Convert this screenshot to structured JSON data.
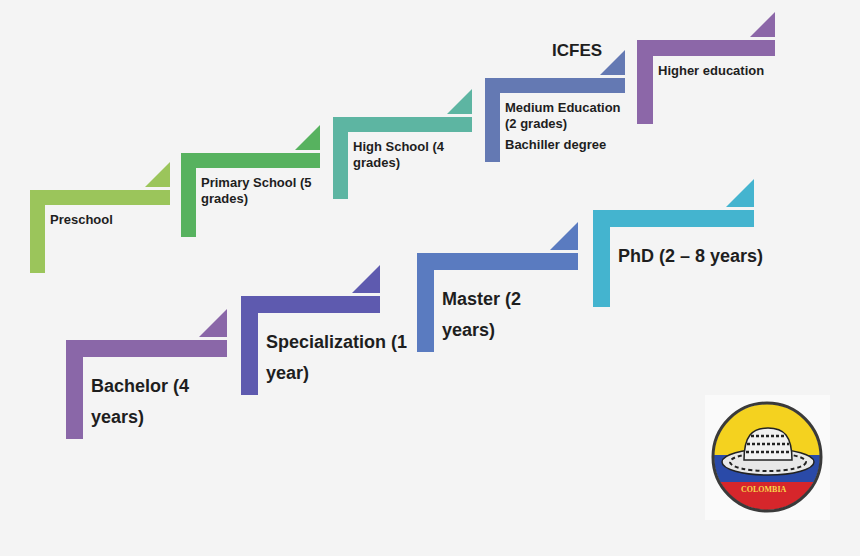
{
  "diagram": {
    "nodes": [
      {
        "text": [
          "Preschool"
        ]
      },
      {
        "text": [
          "Primary School (5 grades)"
        ]
      },
      {
        "text": [
          "High School (4 grades)"
        ]
      },
      {
        "text": [
          "Medium Education (2 grades)",
          "Bachiller degree"
        ]
      },
      {
        "text": [
          "Higher education"
        ]
      },
      {
        "text": [
          "Bachelor (4 years)"
        ]
      },
      {
        "text": [
          "Specialization (1 year)"
        ]
      },
      {
        "text": [
          "Master (2 years)"
        ]
      },
      {
        "text": [
          "PhD (2 – 8 years)"
        ]
      }
    ],
    "labels": [
      "ICFES",
      "COLOMBIA"
    ]
  }
}
